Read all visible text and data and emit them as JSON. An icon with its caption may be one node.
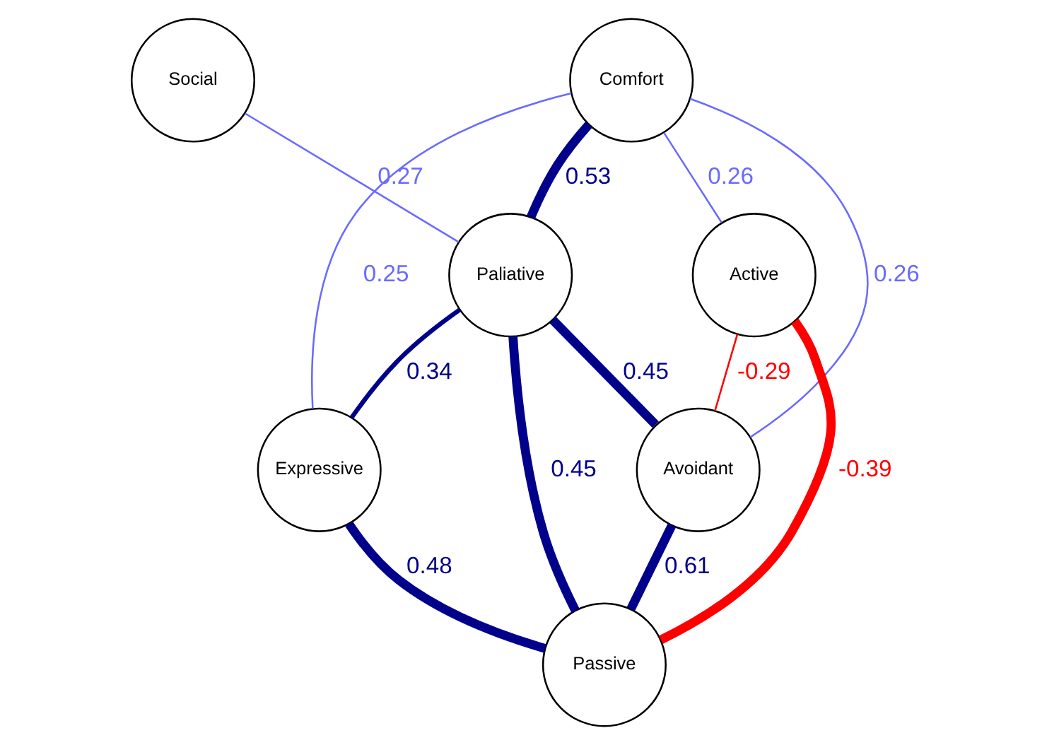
{
  "diagram": {
    "nodes": [
      {
        "text": [
          "Social"
        ]
      },
      {
        "text": [
          "Comfort"
        ]
      },
      {
        "text": [
          "Paliative"
        ]
      },
      {
        "text": [
          "Expressive"
        ]
      },
      {
        "text": [
          "Active"
        ]
      },
      {
        "text": [
          "Avoidant"
        ]
      },
      {
        "text": [
          "Passive"
        ]
      }
    ],
    "edges": [
      {
        "from": 0,
        "to": 2,
        "arrow": "none",
        "label": "0.27",
        "color": "#6a6aff"
      },
      {
        "from": 1,
        "to": 2,
        "arrow": "none",
        "label": "0.53",
        "style": "thick"
      },
      {
        "from": 1,
        "to": 3,
        "arrow": "none",
        "label": "0.25",
        "color": "#6a6aff"
      },
      {
        "from": 1,
        "to": 4,
        "arrow": "none",
        "label": "0.26",
        "color": "#6a6aff"
      },
      {
        "from": 1,
        "to": 5,
        "arrow": "none",
        "label": "0.26",
        "color": "#6a6aff"
      },
      {
        "from": 2,
        "to": 3,
        "arrow": "none",
        "label": "0.34"
      },
      {
        "from": 2,
        "to": 5,
        "arrow": "none",
        "label": "0.45",
        "style": "thick"
      },
      {
        "from": 2,
        "to": 6,
        "arrow": "none",
        "label": "0.45",
        "style": "thick"
      },
      {
        "from": 3,
        "to": 6,
        "arrow": "none",
        "label": "0.48",
        "style": "thick"
      },
      {
        "from": 5,
        "to": 6,
        "arrow": "none",
        "label": "0.61",
        "style": "thick"
      },
      {
        "from": 4,
        "to": 6,
        "arrow": "none",
        "label": "-0.39",
        "style": "thick",
        "color": "#ff0000"
      },
      {
        "from": 4,
        "to": 5,
        "arrow": "none",
        "label": "-0.29",
        "color": "#ff0000"
      }
    ]
  }
}
